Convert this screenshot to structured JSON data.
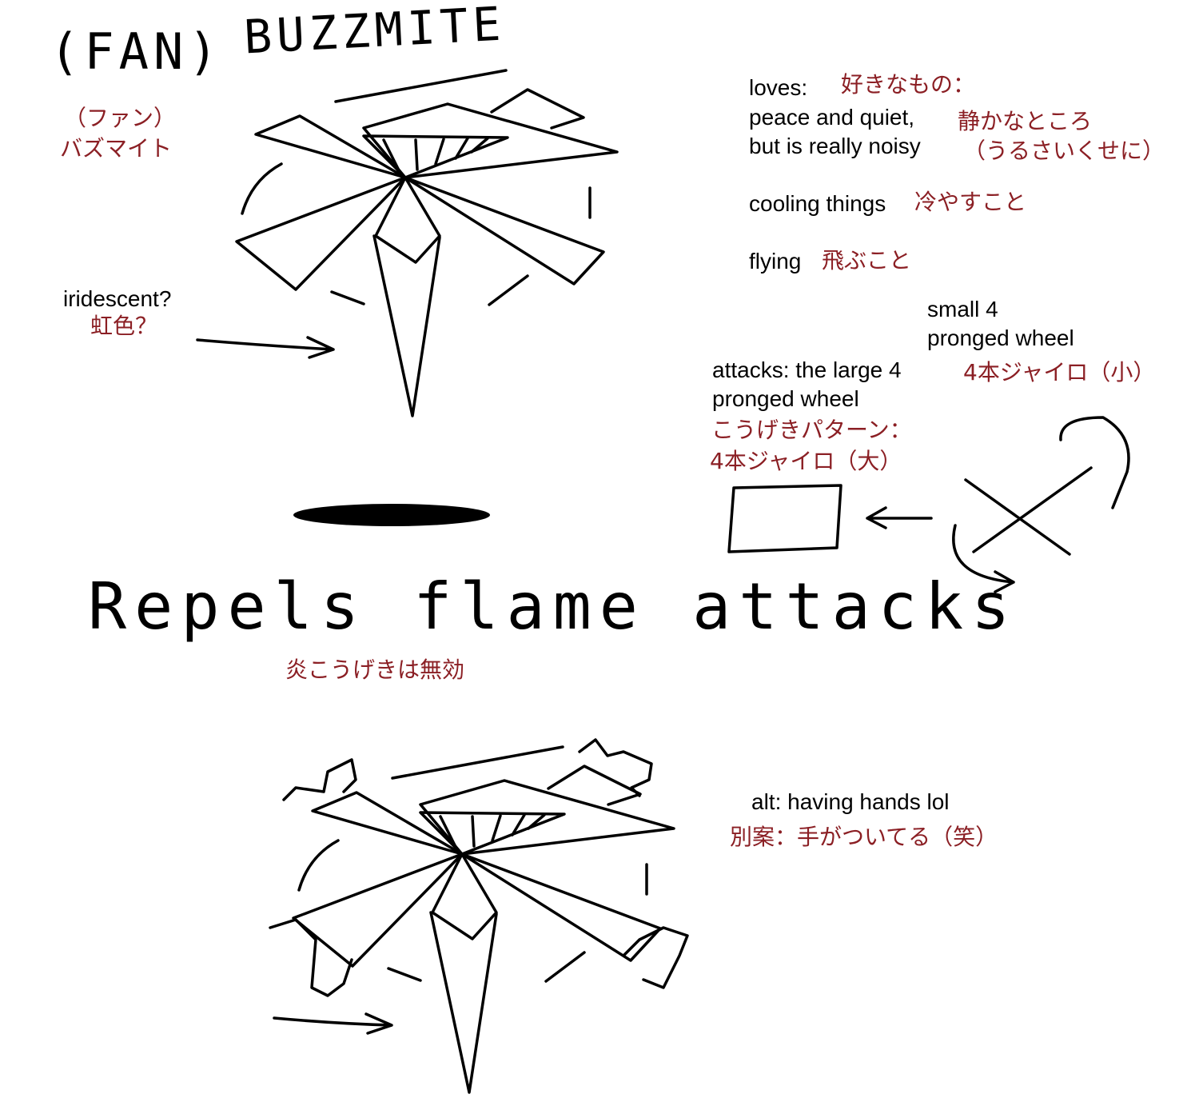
{
  "title": {
    "en_prefix": "(FAN)",
    "en_name": "BUZZMITE",
    "jp_prefix": "（ファン）",
    "jp_name": "バズマイト"
  },
  "iridescent": {
    "en": "iridescent?",
    "jp": "虹色？"
  },
  "loves": {
    "label_en": "loves:",
    "label_jp": "好きなもの：",
    "item1_en_a": "peace and quiet,",
    "item1_en_b": "but is really noisy",
    "item1_jp_a": "静かなところ",
    "item1_jp_b": "（うるさいくせに）",
    "item2_en": "cooling things",
    "item2_jp": "冷やすこと",
    "item3_en": "flying",
    "item3_jp": "飛ぶこと"
  },
  "small_wheel": {
    "en_a": "small 4",
    "en_b": "pronged wheel",
    "jp": "4本ジャイロ（小）"
  },
  "attacks": {
    "en_a": "attacks: the large 4",
    "en_b": "pronged wheel",
    "jp_a": "こうげきパターン：",
    "jp_b": "4本ジャイロ（大）"
  },
  "repels": {
    "en": "Repels flame attacks",
    "jp": "炎こうげきは無効"
  },
  "alt": {
    "en": "alt: having hands lol",
    "jp": "別案：手がついてる（笑）"
  },
  "colors": {
    "ink": "#000000",
    "translation": "#8b1f24"
  }
}
